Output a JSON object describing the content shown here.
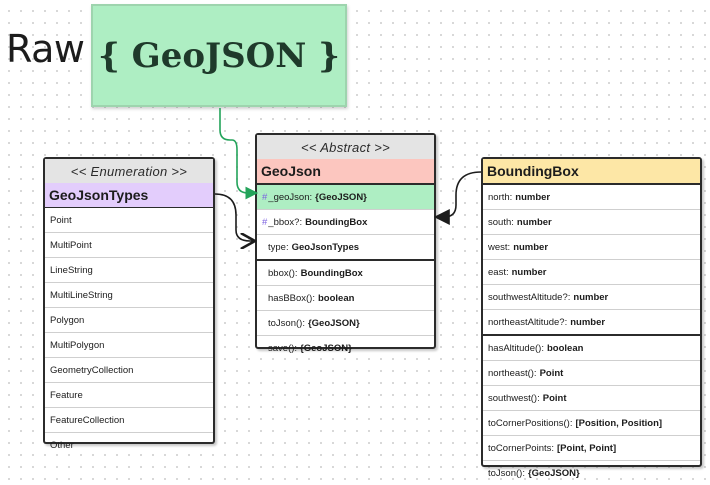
{
  "raw_label": "Raw",
  "geojson_note": "{ GeoJSON }",
  "enum_box": {
    "stereotype": "<< Enumeration >>",
    "title": "GeoJsonTypes",
    "title_color": "#e3cdfc",
    "items": [
      "Point",
      "MultiPoint",
      "LineString",
      "MultiLineString",
      "Polygon",
      "MultiPolygon",
      "GeometryCollection",
      "Feature",
      "FeatureCollection",
      "Other"
    ]
  },
  "abstract_box": {
    "stereotype": "<< Abstract >>",
    "title": "GeoJson",
    "title_color": "#fcc6bf",
    "fields": [
      {
        "marker": "#",
        "name": "_geoJson:",
        "type": "{GeoJSON}",
        "highlight": "#aeeec3"
      },
      {
        "marker": "#",
        "name": "_bbox?:",
        "type": "BoundingBox"
      },
      {
        "marker": "",
        "name": "type:",
        "type": "GeoJsonTypes"
      }
    ],
    "methods": [
      {
        "name": "bbox():",
        "type": "BoundingBox"
      },
      {
        "name": "hasBBox():",
        "type": "boolean"
      },
      {
        "name": "toJson():",
        "type": "{GeoJSON}"
      },
      {
        "name": "save():",
        "type": "{GeoJSON}"
      }
    ]
  },
  "bbox_box": {
    "title": "BoundingBox",
    "title_color": "#fde7a6",
    "fields": [
      {
        "name": "north:",
        "type": "number"
      },
      {
        "name": "south:",
        "type": "number"
      },
      {
        "name": "west:",
        "type": "number"
      },
      {
        "name": "east:",
        "type": "number"
      },
      {
        "name": "southwestAltitude?:",
        "type": "number"
      },
      {
        "name": "northeastAltitude?:",
        "type": "number"
      }
    ],
    "methods": [
      {
        "name": "hasAltitude():",
        "type": "boolean"
      },
      {
        "name": "northeast():",
        "type": "Point"
      },
      {
        "name": "southwest():",
        "type": "Point"
      },
      {
        "name": "toCornerPositions():",
        "type": "[Position, Position]"
      },
      {
        "name": "toCornerPoints:",
        "type": "[Point, Point]"
      },
      {
        "name": "toJson():",
        "type": "{GeoJSON}"
      }
    ]
  },
  "colors": {
    "green_connector": "#23a35a",
    "dark_connector": "#1c1c1c"
  }
}
